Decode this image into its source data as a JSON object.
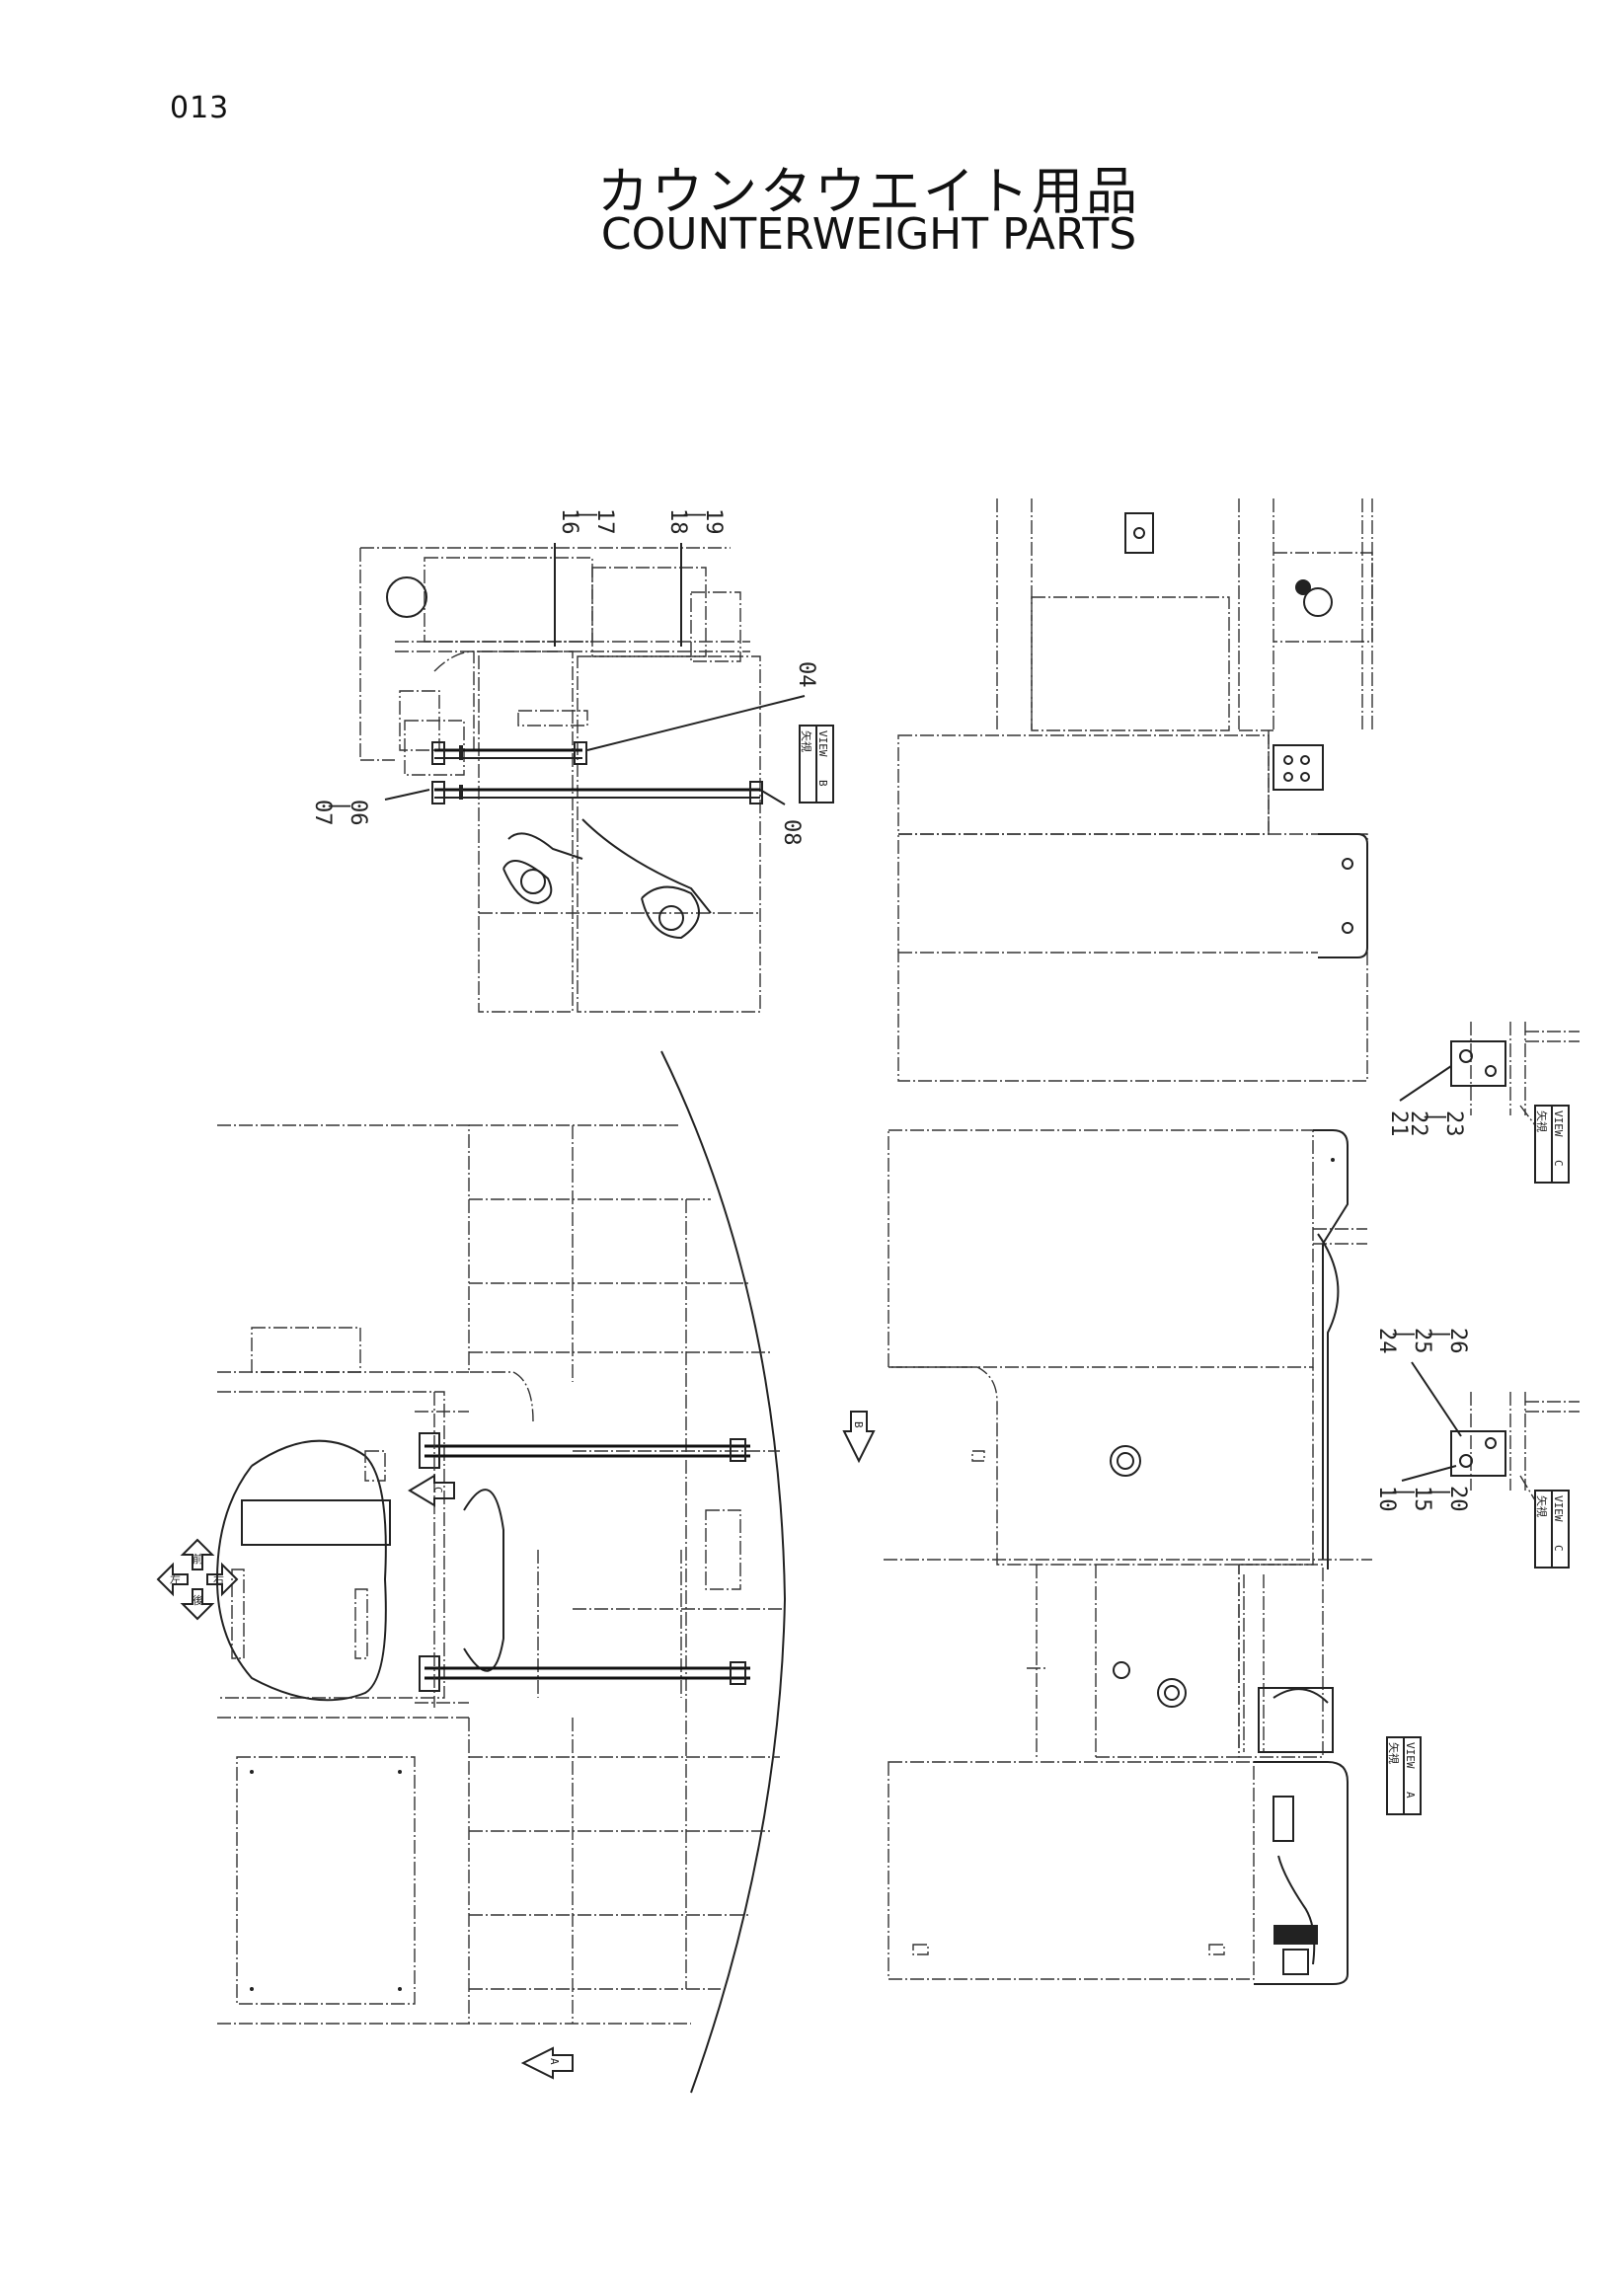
{
  "page_number": "013",
  "title_jp": "カウンタウエイト用品",
  "title_en": "COUNTERWEIGHT PARTS",
  "callouts": {
    "c16_17": [
      "16",
      "|",
      "17"
    ],
    "c18_19": [
      "18",
      "|",
      "19"
    ],
    "c04": "04",
    "c07_06": [
      "07",
      "|",
      "06"
    ],
    "c08": "08",
    "c21_23": [
      "21",
      "22",
      "|",
      "23"
    ],
    "c24_26": [
      "24",
      "|",
      "25",
      "|",
      "26"
    ],
    "c10_20": [
      "10",
      "|",
      "15",
      "|",
      "20"
    ]
  },
  "view_tags": {
    "view_b": {
      "jp": "矢視",
      "en": "VIEW",
      "letter": "B"
    },
    "view_c1": {
      "jp": "矢視",
      "en": "VIEW",
      "letter": "C"
    },
    "view_c2": {
      "jp": "矢視",
      "en": "VIEW",
      "letter": "C"
    },
    "view_a": {
      "jp": "矢視",
      "en": "VIEW",
      "letter": "A"
    }
  },
  "arrows": {
    "arrow_b": "B",
    "arrow_c": "C",
    "arrow_a": "A"
  },
  "compass": {
    "n": "前",
    "s": "後",
    "e": "右",
    "w": "左"
  }
}
